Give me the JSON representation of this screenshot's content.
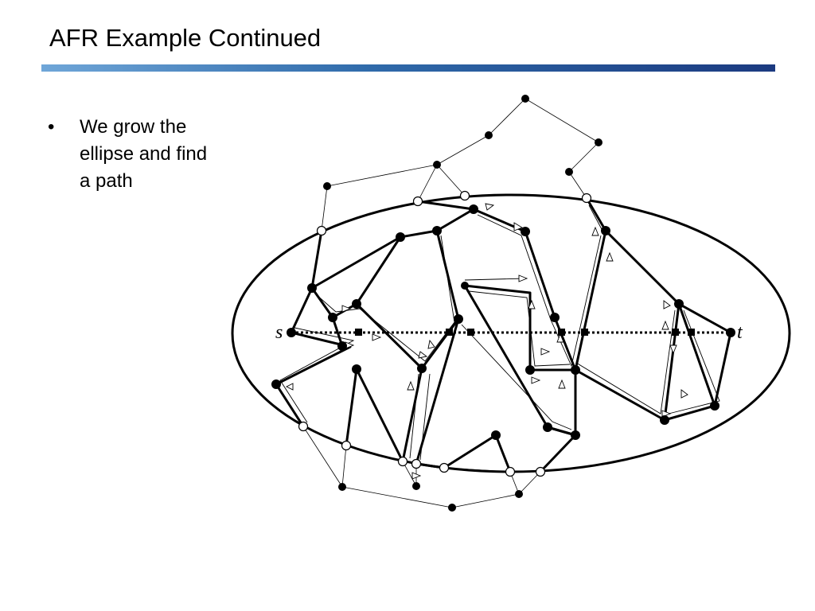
{
  "slide": {
    "title": "AFR Example Continued",
    "bullets": [
      {
        "marker": "•",
        "text": "We grow the ellipse and find a path"
      }
    ]
  },
  "diagram": {
    "source_label": "s",
    "target_label": "t",
    "colors": {
      "ink": "#000000",
      "accent_start": "#6fa6d8",
      "accent_end": "#1b3a80"
    }
  }
}
